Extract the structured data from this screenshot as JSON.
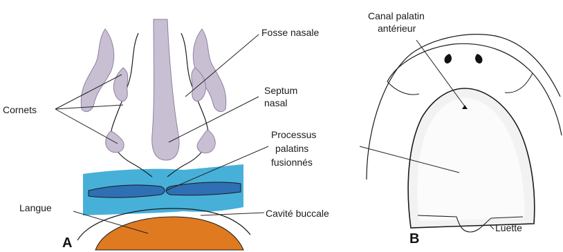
{
  "panels": {
    "a": {
      "letter": "A",
      "labels": {
        "cornets": "Cornets",
        "fosse_nasale": "Fosse nasale",
        "septum_line1": "Septum",
        "septum_line2": "nasal",
        "processus_line1": "Processus",
        "processus_line2": "palatins",
        "processus_line3": "fusionnés",
        "langue": "Langue",
        "cavite_buccale": "Cavité buccale"
      }
    },
    "b": {
      "letter": "B",
      "labels": {
        "canal_line1": "Canal palatin",
        "canal_line2": "antérieur",
        "luette": "Luette"
      }
    }
  },
  "colors": {
    "nasal_tissue": "#c9bfd3",
    "palate_blue": "#37a9d6",
    "palate_blue_dark": "#2f6fb4",
    "tongue": "#e07a20",
    "outline": "#1a1a1a"
  }
}
